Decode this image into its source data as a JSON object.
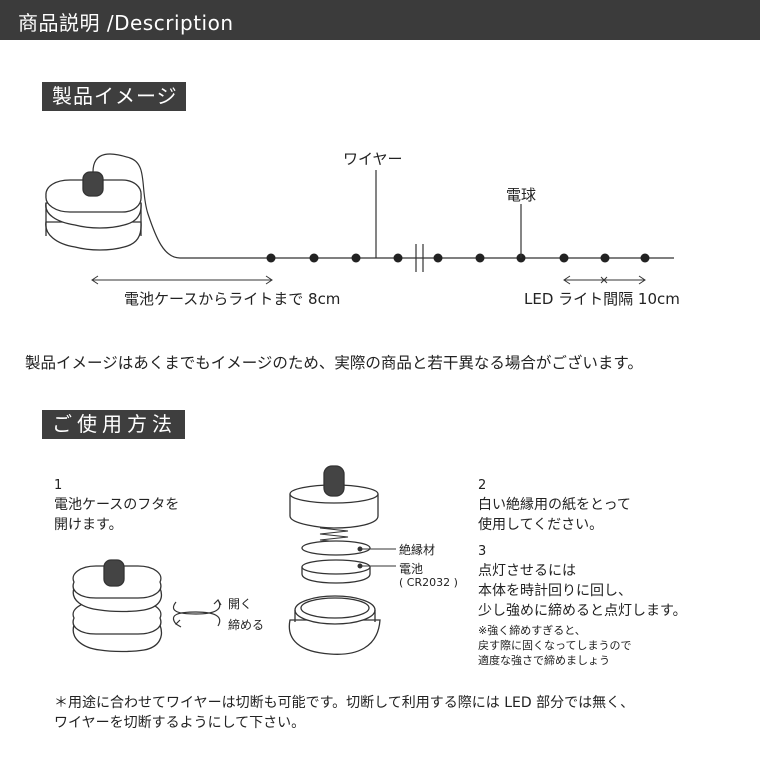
{
  "header": {
    "title": "商品説明 /Description"
  },
  "section_image": {
    "label": "製品イメージ",
    "wire_label": "ワイヤー",
    "bulb_label": "電球",
    "dist_label": "電池ケースからライトまで 8cm",
    "interval_label": "LED ライト間隔 10cm",
    "note": "製品イメージはあくまでもイメージのため、実際の商品と若干異なる場合がございます。"
  },
  "section_usage": {
    "label": "ご使用方法",
    "step1_num": "1",
    "step1_line1": "電池ケースのフタを",
    "step1_line2": "開けます。",
    "open_label": "開く",
    "close_label": "締める",
    "insulation_label": "絶縁材",
    "battery_label": "電池",
    "battery_model": "( CR2032 )",
    "step2_num": "2",
    "step2_line1": "白い絶縁用の紙をとって",
    "step2_line2": "使用してください。",
    "step3_num": "3",
    "step3_line1": "点灯させるには",
    "step3_line2": "本体を時計回りに回し、",
    "step3_line3": "少し強めに締めると点灯します。",
    "caution_line1": "※強く締めすぎると、",
    "caution_line2": "戻す際に固くなってしまうので",
    "caution_line3": "適度な強さで締めましょう",
    "footer_line1": "＊用途に合わせてワイヤーは切断も可能です。切断して利用する際には LED 部分では無く、",
    "footer_line2": "ワイヤーを切断するようにして下さい。"
  },
  "colors": {
    "header_bg": "#3b3b3b",
    "label_bg": "#3e3e3e",
    "line": "#333333"
  }
}
